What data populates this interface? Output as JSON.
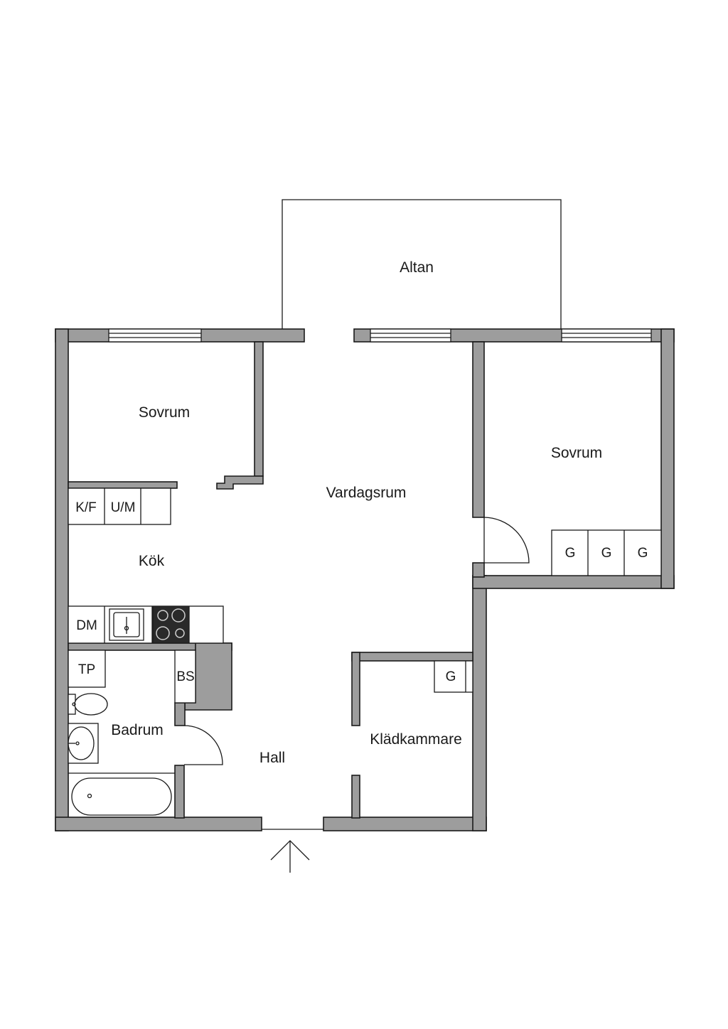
{
  "rooms": {
    "altan": "Altan",
    "sovrum_left": "Sovrum",
    "sovrum_right": "Sovrum",
    "vardagsrum": "Vardagsrum",
    "kok": "Kök",
    "badrum": "Badrum",
    "hall": "Hall",
    "kladkammare": "Klädkammare"
  },
  "fixtures": {
    "kf": "K/F",
    "um": "U/M",
    "dm": "DM",
    "tp": "TP",
    "bs": "BS",
    "wardrobe": "G"
  },
  "colors": {
    "wall": "#9d9d9d",
    "line": "#1a1a1a",
    "stove": "#2a2a2a"
  }
}
